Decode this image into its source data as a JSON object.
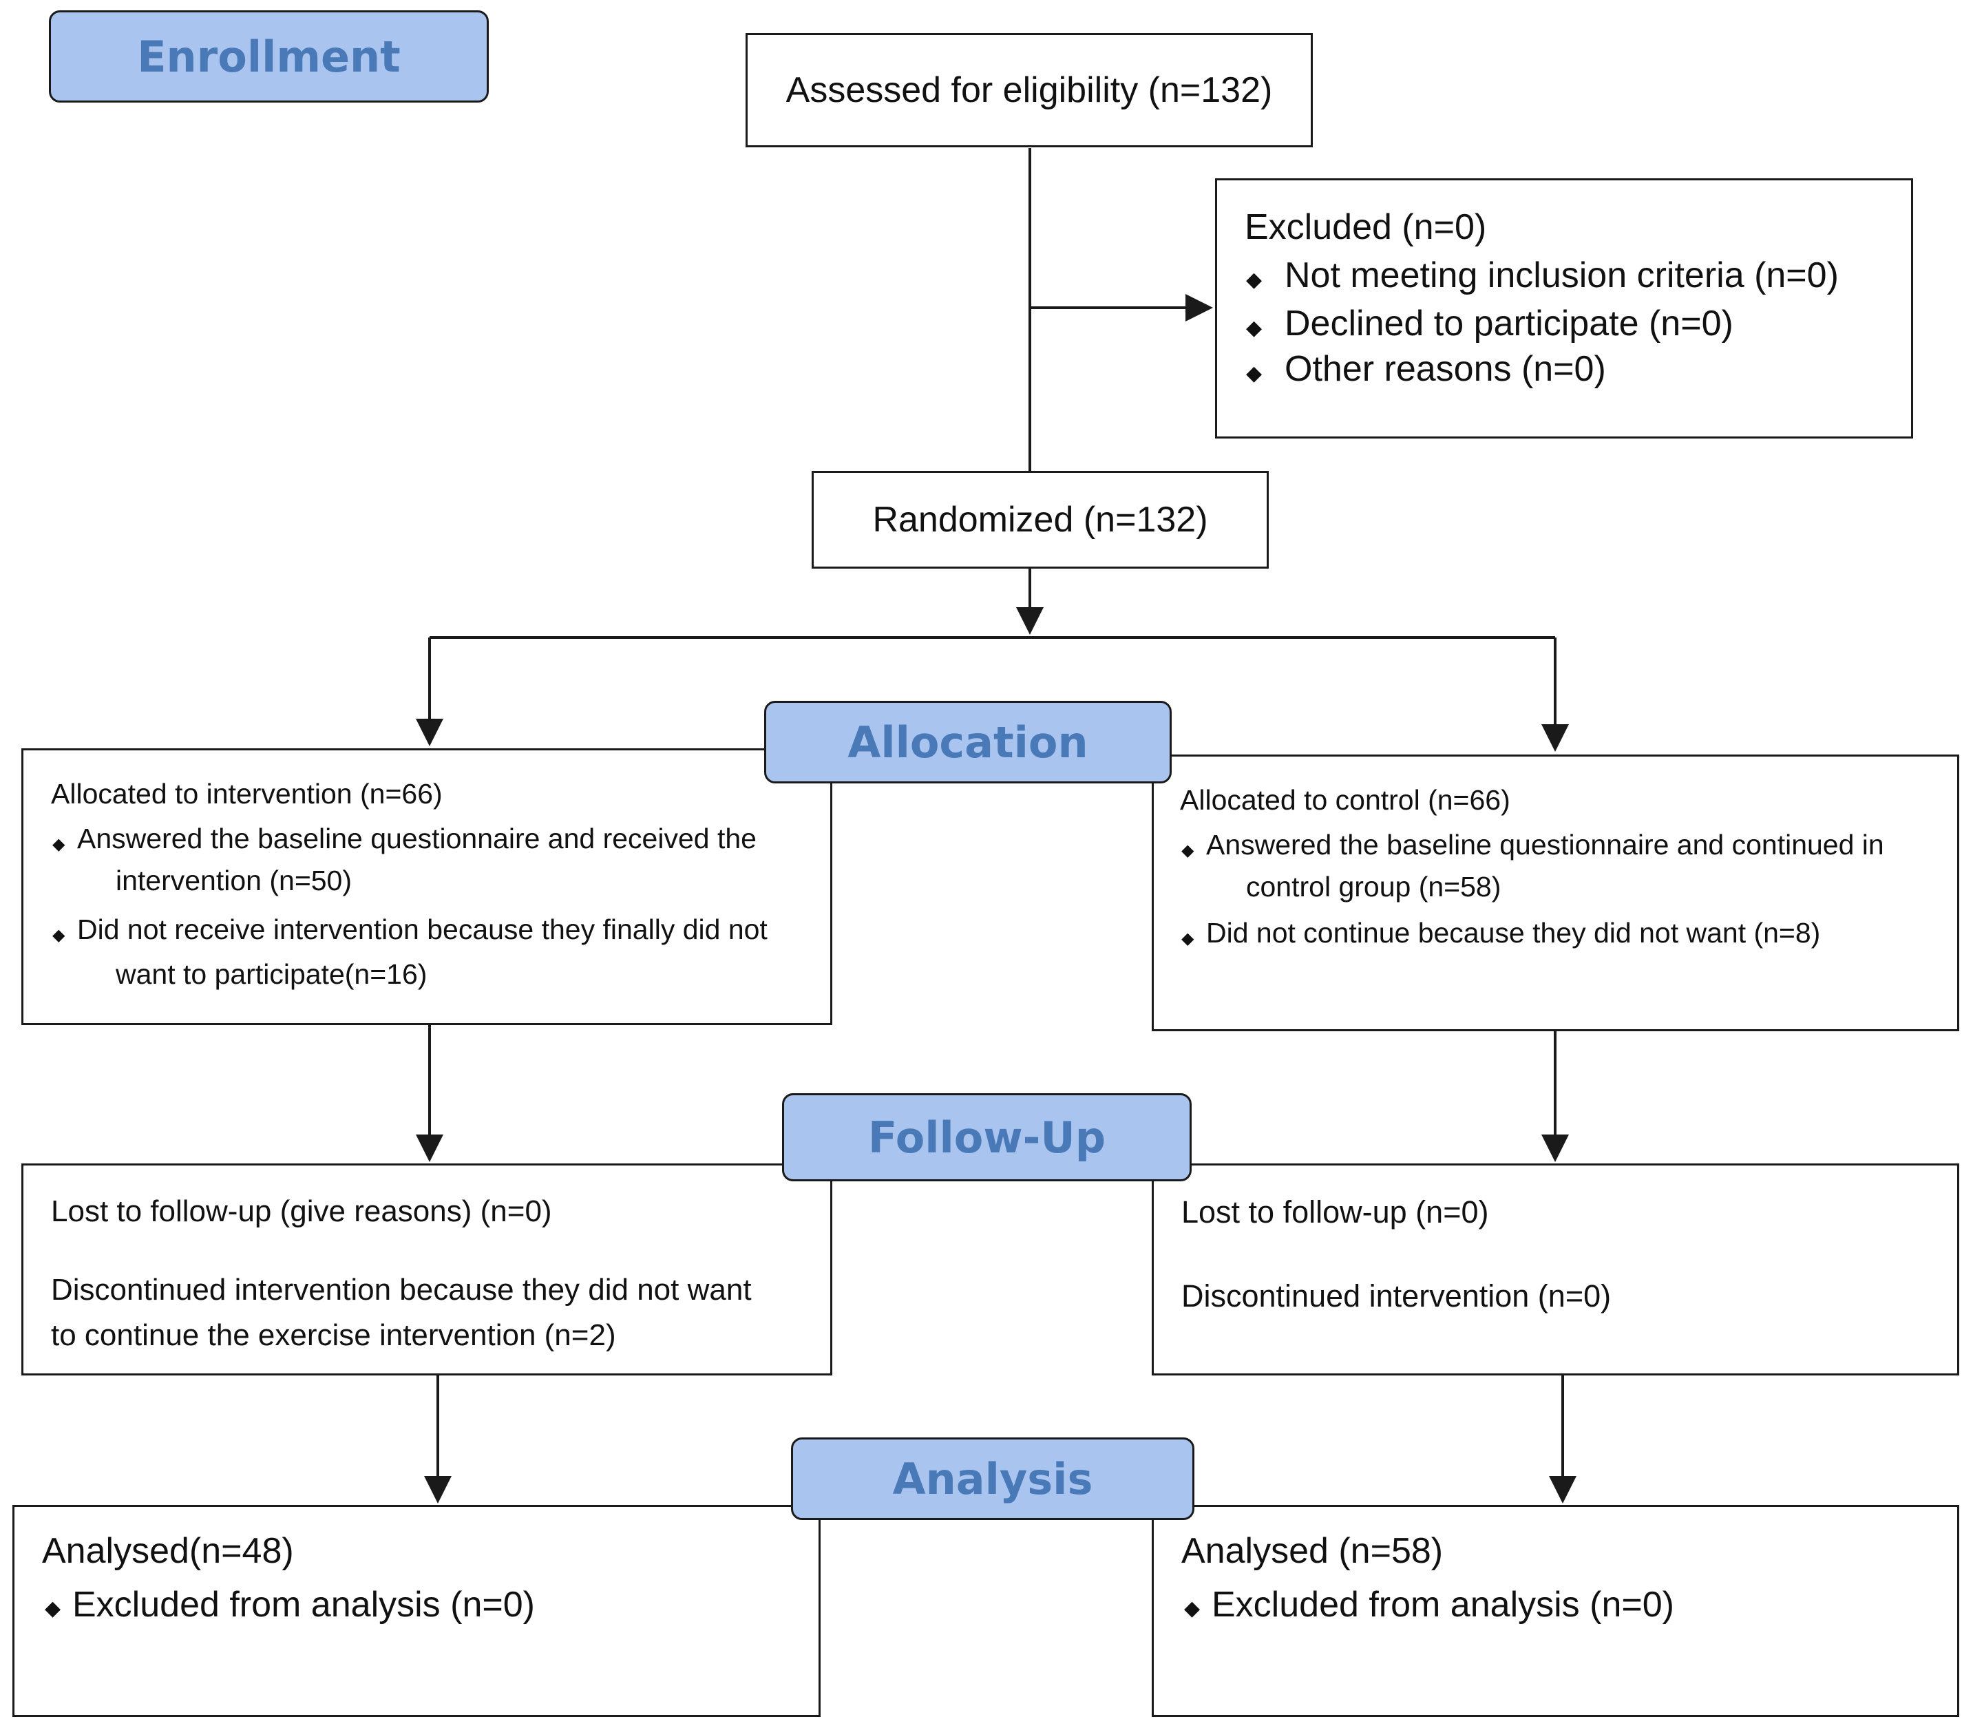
{
  "stages": {
    "enrollment": "Enrollment",
    "allocation": "Allocation",
    "follow_up": "Follow-Up",
    "analysis": "Analysis"
  },
  "assessed": "Assessed for eligibility (n=132)",
  "excluded": {
    "title": "Excluded (n=0)",
    "items": [
      "Not meeting inclusion criteria (n=0)",
      "Declined to participate (n=0)",
      "Other reasons (n=0)"
    ]
  },
  "randomized": "Randomized (n=132)",
  "intervention": {
    "allocated": "Allocated to intervention (n=66)",
    "item1_line1": "Answered the baseline questionnaire and received the",
    "item1_line2": "intervention (n=50)",
    "item2_line1": "Did not receive intervention because they finally did not",
    "item2_line2": "want to participate(n=16)",
    "lost": "Lost to follow-up (give reasons) (n=0)",
    "discontinued_line1": "Discontinued intervention because they did not want",
    "discontinued_line2": "to continue the exercise intervention (n=2)",
    "analysed": "Analysed(n=48)",
    "excluded_analysis": "Excluded from analysis (n=0)"
  },
  "control": {
    "allocated": "Allocated to control (n=66)",
    "item1_line1": "Answered the baseline questionnaire and continued in",
    "item1_line2": "control group (n=58)",
    "item2_line1": "Did not continue because they did not want (n=8)",
    "lost": "Lost to follow-up (n=0)",
    "discontinued": "Discontinued intervention (n=0)",
    "analysed": "Analysed (n=58)",
    "excluded_analysis": "Excluded from analysis (n=0)"
  },
  "bullet_glyph": "◆"
}
